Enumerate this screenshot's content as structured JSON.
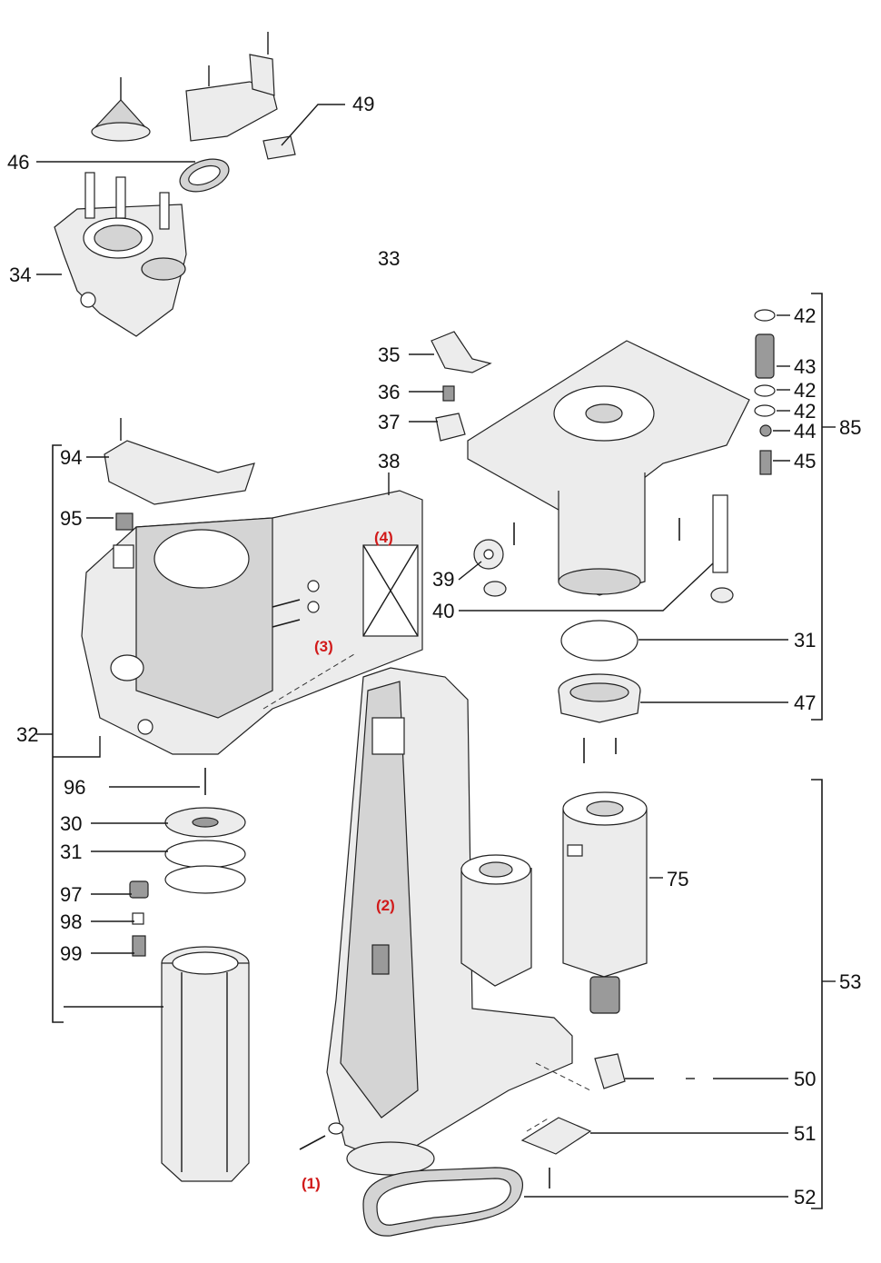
{
  "labels": {
    "l30": "30",
    "l31a": "31",
    "l31b": "31",
    "l32": "32",
    "l33": "33",
    "l34": "34",
    "l35": "35",
    "l36": "36",
    "l37": "37",
    "l38": "38",
    "l39": "39",
    "l40": "40",
    "l42a": "42",
    "l42b": "42",
    "l42c": "42",
    "l43": "43",
    "l44": "44",
    "l45": "45",
    "l46": "46",
    "l47": "47",
    "l49": "49",
    "l50": "50",
    "l51": "51",
    "l52": "52",
    "l53": "53",
    "l75": "75",
    "l85": "85",
    "l94": "94",
    "l95": "95",
    "l96": "96",
    "l97": "97",
    "l98": "98",
    "l99": "99"
  },
  "callouts": {
    "c1": "(1)",
    "c2": "(2)",
    "c3": "(3)",
    "c4": "(4)"
  },
  "colors": {
    "callout": "#d11a1a",
    "line": "#1a1a1a"
  }
}
